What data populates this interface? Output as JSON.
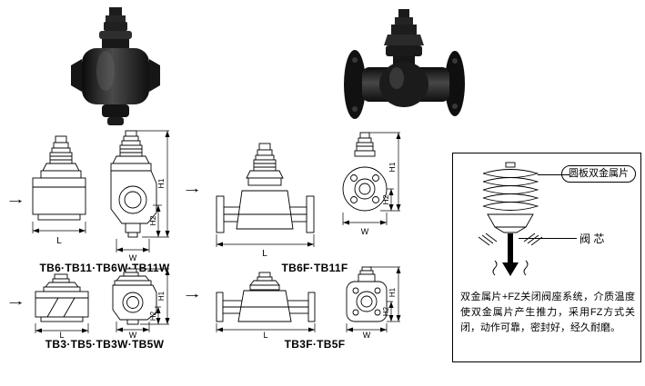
{
  "figure": {
    "arrow": "→",
    "dims": {
      "h1": "H1",
      "h2": "H2",
      "l": "L",
      "w": "W"
    },
    "rows": [
      {
        "left_label": "TB6·TB11·TB6W·TB11W",
        "right_label": "TB6F·TB11F"
      },
      {
        "left_label": "TB3·TB5·TB3W·TB5W",
        "right_label": "TB3F·TB5F"
      }
    ]
  },
  "info_box": {
    "callout_bimetal": "圆板双金属片",
    "callout_core": "阀 芯",
    "description": "双金属片+FZ关闭阀座系统，介质温度使双金属片产生推力，采用FZ方式关闭，动作可靠，密封好，经久耐磨。"
  },
  "colors": {
    "line": "#000000",
    "photo_dark": "#141414",
    "background": "#ffffff"
  }
}
